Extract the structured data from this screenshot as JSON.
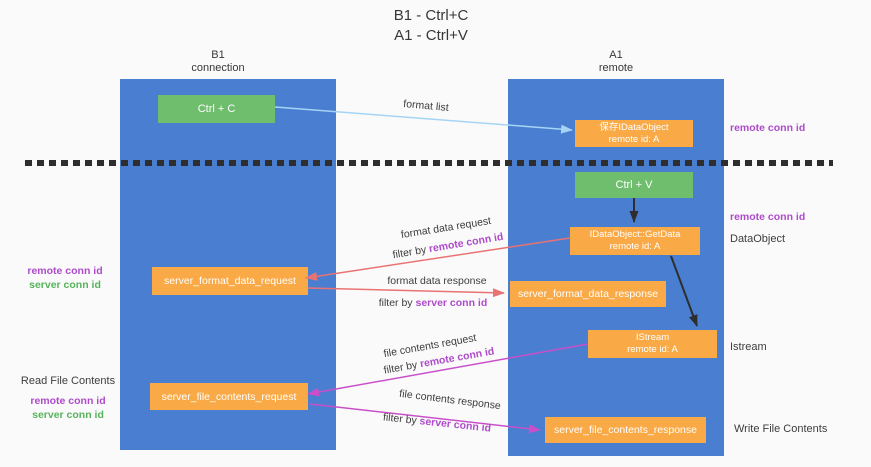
{
  "title": {
    "line1": "B1 - Ctrl+C",
    "line2": "A1 - Ctrl+V"
  },
  "columns": {
    "b1": {
      "name": "B1",
      "role": "connection"
    },
    "a1": {
      "name": "A1",
      "role": "remote"
    }
  },
  "boxes": {
    "ctrl_c": {
      "label": "Ctrl + C"
    },
    "save_idataobject": {
      "line1": "保存IDataObject",
      "line2": "remote id: A"
    },
    "ctrl_v": {
      "label": "Ctrl + V"
    },
    "getdata": {
      "line1": "IDataObject::GetData",
      "line2": "remote id: A"
    },
    "server_format_data_request": {
      "label": "server_format_data_request"
    },
    "server_format_data_response": {
      "label": "server_format_data_response"
    },
    "istream": {
      "line1": "IStream",
      "line2": "remote id: A"
    },
    "server_file_contents_request": {
      "label": "server_file_contents_request"
    },
    "server_file_contents_response": {
      "label": "server_file_contents_response"
    }
  },
  "side_labels": {
    "remote_conn_id_top": "remote conn id",
    "remote_conn_id_mid": "remote conn id",
    "dataobject": "DataObject",
    "istream": "Istream",
    "write_file_contents": "Write File Contents",
    "left_remote_conn_id": "remote conn id",
    "left_server_conn_id": "server conn id",
    "read_file_contents": "Read File Contents",
    "read_remote_conn_id": "remote conn id",
    "read_server_conn_id": "server conn id"
  },
  "arrow_labels": {
    "format_list": "format list",
    "format_data_request": "format data request",
    "format_data_response": "format data response",
    "file_contents_request": "file contents request",
    "file_contents_response": "file contents response",
    "filter_by": "filter by ",
    "remote_conn_id": "remote conn id",
    "server_conn_id": "server conn id"
  },
  "colors": {
    "lifeline_blue": "#4A7ED1",
    "box_green": "#6FBE6E",
    "box_orange": "#F9A945",
    "arrow_light_blue": "#A6D4F5",
    "arrow_salmon": "#E97373",
    "arrow_magenta": "#C94FC9",
    "arrow_black": "#2e2e2e",
    "label_purple": "#AE4BCB",
    "label_green": "#56B35C"
  }
}
